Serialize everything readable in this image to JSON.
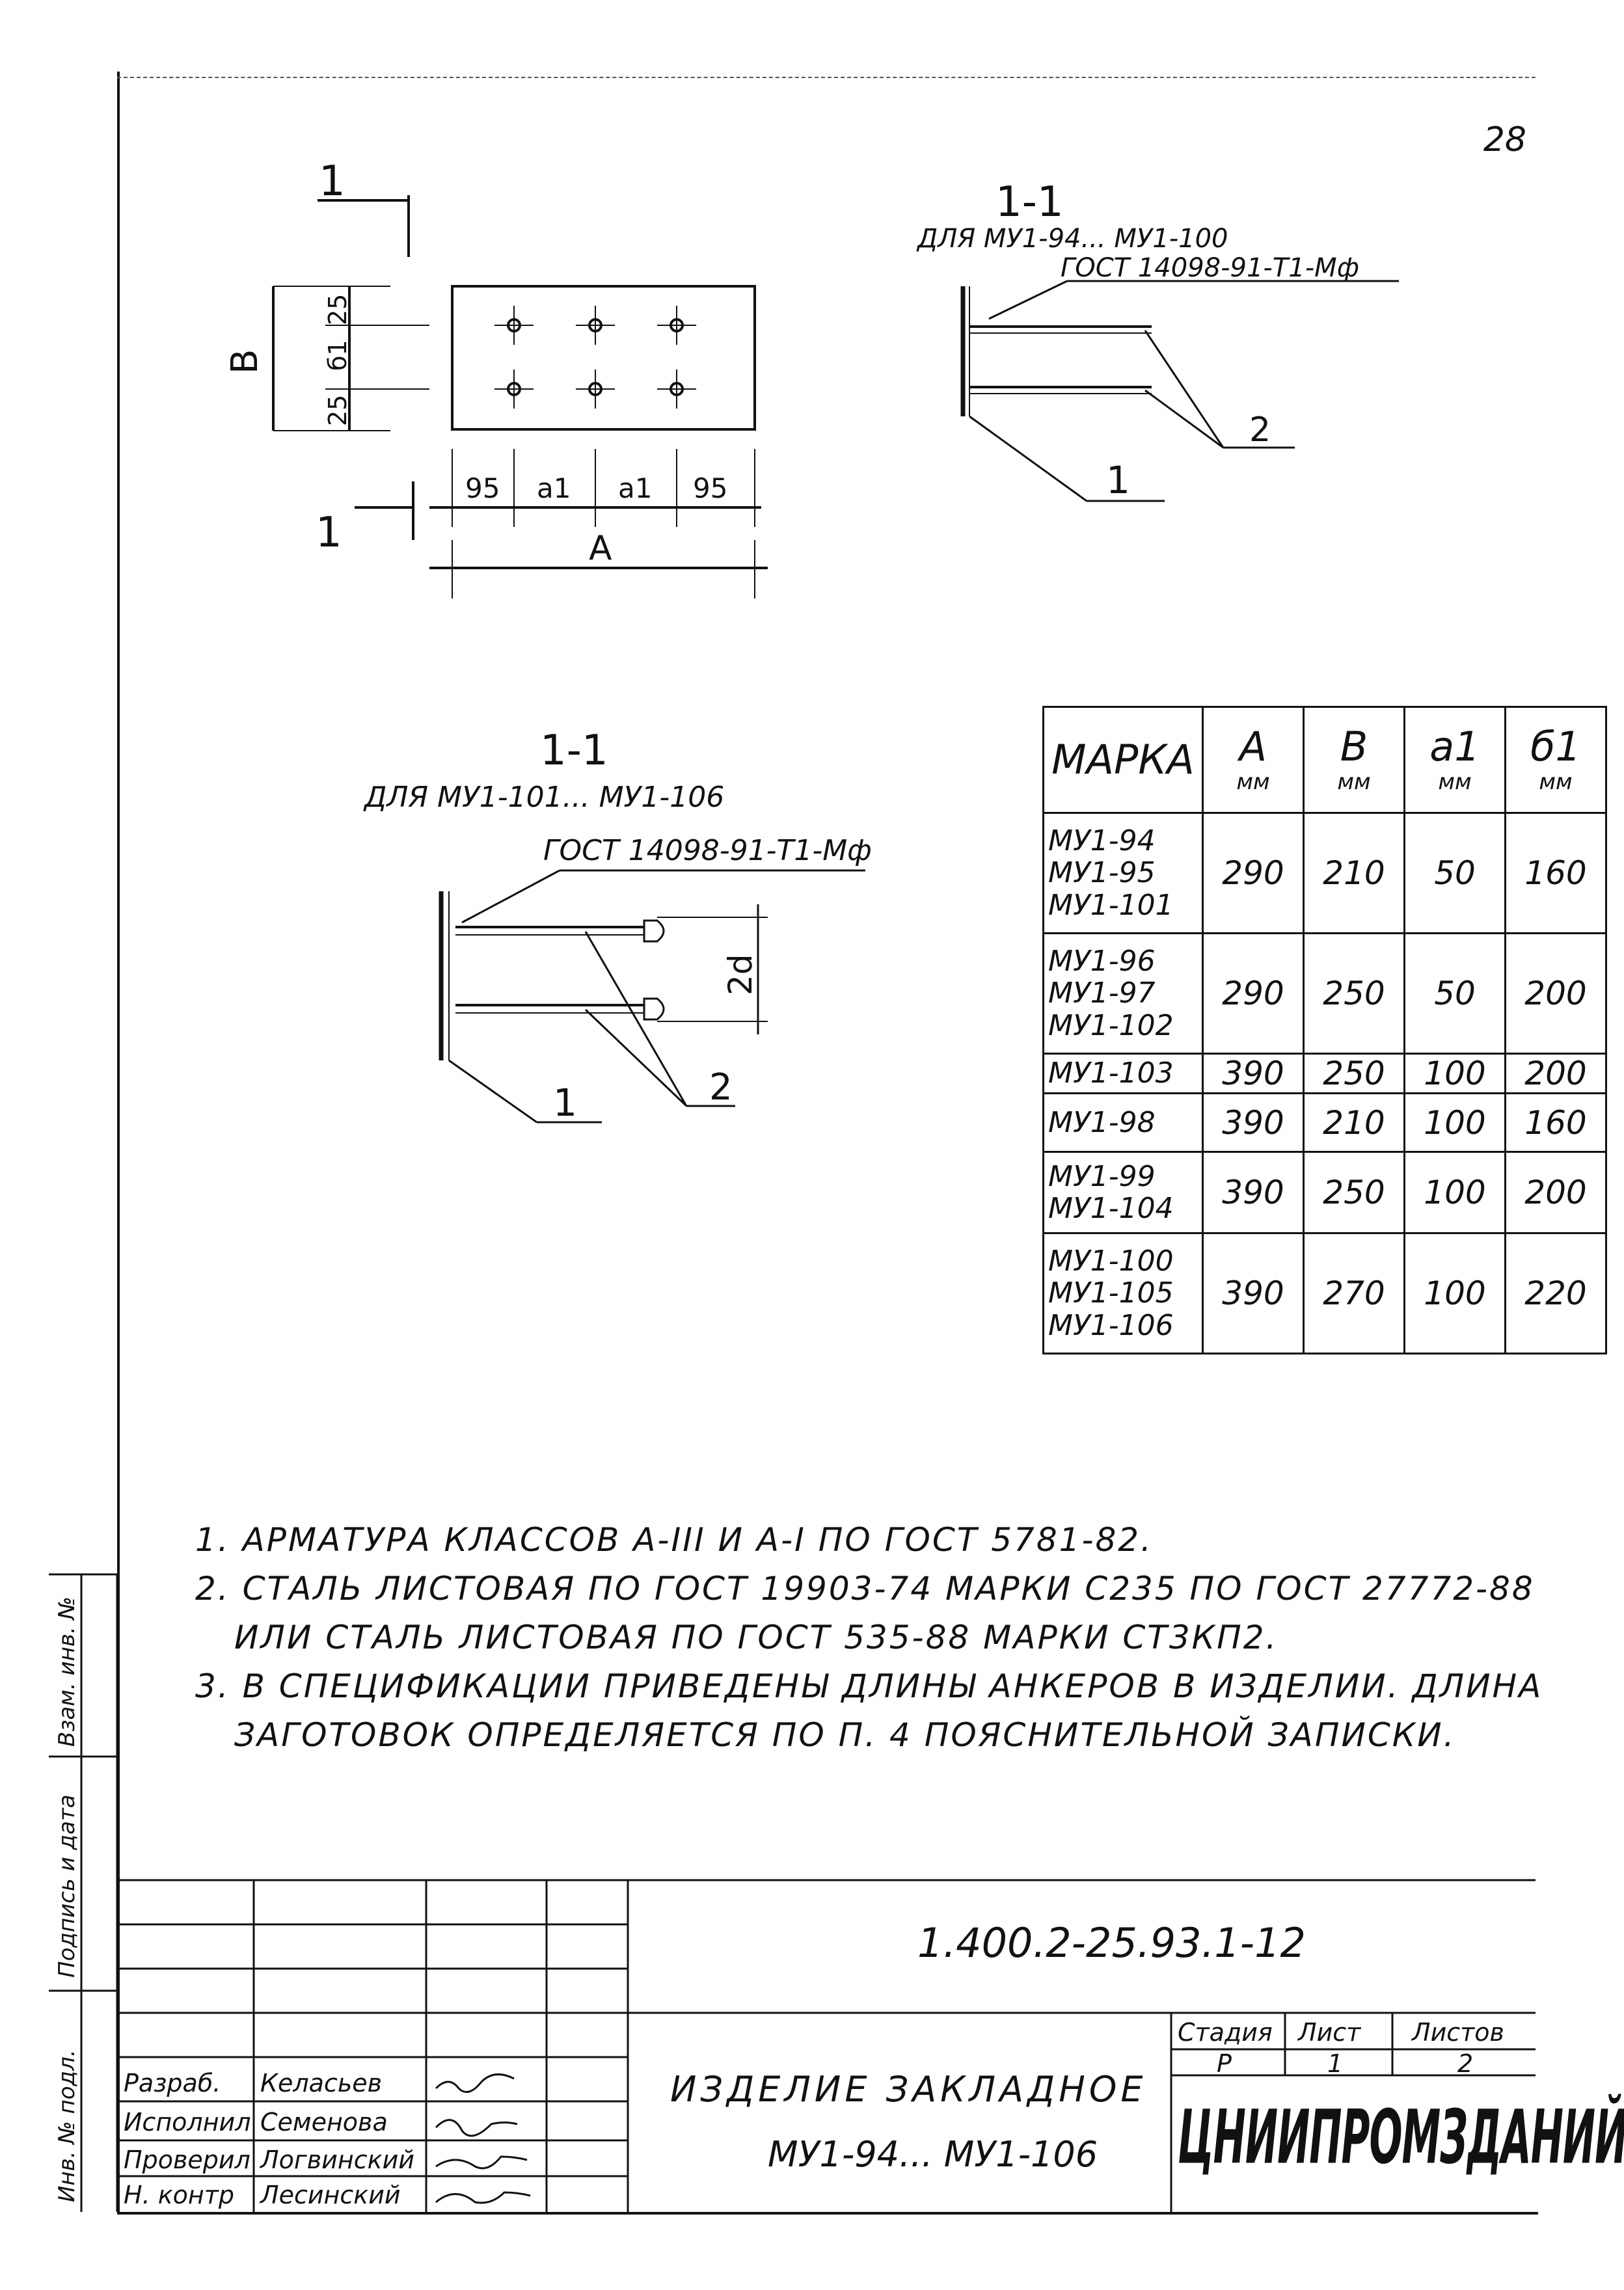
{
  "page_number": "28",
  "drawings": {
    "plan": {
      "section_mark_top": "1",
      "section_mark_bottom": "1",
      "dim_B": "B",
      "dim_25a": "25",
      "dim_b1": "б1",
      "dim_25b": "25",
      "dim_95a": "95",
      "dim_a1a": "a1",
      "dim_a1b": "a1",
      "dim_95b": "95",
      "dim_A": "A"
    },
    "section_a": {
      "title": "1-1",
      "subtitle": "ДЛЯ МУ1-94... МУ1-100",
      "weld_label": "ГОСТ 14098-91-Т1-Мф",
      "callout_1": "1",
      "callout_2": "2"
    },
    "section_b": {
      "title": "1-1",
      "subtitle": "ДЛЯ МУ1-101... МУ1-106",
      "weld_label": "ГОСТ 14098-91-Т1-Мф",
      "dim_2d": "2d",
      "callout_1": "1",
      "callout_2": "2"
    }
  },
  "spec_table": {
    "headers": [
      {
        "main": "МАРКА",
        "unit": ""
      },
      {
        "main": "А",
        "unit": "мм"
      },
      {
        "main": "В",
        "unit": "мм"
      },
      {
        "main": "a1",
        "unit": "мм"
      },
      {
        "main": "б1",
        "unit": "мм"
      }
    ],
    "rows": [
      {
        "marks": [
          "МУ1-94",
          "МУ1-95",
          "МУ1-101"
        ],
        "A": "290",
        "B": "210",
        "a1": "50",
        "b1": "160"
      },
      {
        "marks": [
          "МУ1-96",
          "МУ1-97",
          "МУ1-102"
        ],
        "A": "290",
        "B": "250",
        "a1": "50",
        "b1": "200"
      },
      {
        "marks": [
          "МУ1-103"
        ],
        "A": "390",
        "B": "250",
        "a1": "100",
        "b1": "200"
      },
      {
        "marks": [
          "МУ1-98"
        ],
        "A": "390",
        "B": "210",
        "a1": "100",
        "b1": "160"
      },
      {
        "marks": [
          "МУ1-99",
          "МУ1-104"
        ],
        "A": "390",
        "B": "250",
        "a1": "100",
        "b1": "200"
      },
      {
        "marks": [
          "МУ1-100",
          "МУ1-105",
          "МУ1-106"
        ],
        "A": "390",
        "B": "270",
        "a1": "100",
        "b1": "220"
      }
    ]
  },
  "notes": [
    "1. АРМАТУРА КЛАССОВ А-III И А-I ПО ГОСТ 5781-82.",
    "2. СТАЛЬ ЛИСТОВАЯ ПО ГОСТ 19903-74 МАРКИ С235 ПО ГОСТ 27772-88",
    "ИЛИ СТАЛЬ ЛИСТОВАЯ ПО ГОСТ 535-88 МАРКИ СТ3КП2.",
    "3. В СПЕЦИФИКАЦИИ ПРИВЕДЕНЫ ДЛИНЫ АНКЕРОВ В ИЗДЕЛИИ. ДЛИНА",
    "ЗАГОТОВОК ОПРЕДЕЛЯЕТСЯ ПО П. 4 ПОЯСНИТЕЛЬНОЙ ЗАПИСКИ."
  ],
  "title_block": {
    "doc_code": "1.400.2-25.93.1-12",
    "title_line1": "ИЗДЕЛИЕ ЗАКЛАДНОЕ",
    "title_line2": "МУ1-94... МУ1-106",
    "stage_label": "Стадия",
    "sheet_label": "Лист",
    "sheets_label": "Листов",
    "stage": "Р",
    "sheet": "1",
    "sheets": "2",
    "org": "ЦНИИПРОМЗДАНИЙ",
    "roles": [
      {
        "role": "Разраб.",
        "name": "Келасьев"
      },
      {
        "role": "Исполнил",
        "name": "Семенова"
      },
      {
        "role": "Проверил",
        "name": "Логвинский"
      },
      {
        "role": "Н. контр",
        "name": "Лесинский"
      }
    ]
  },
  "side_stamps": [
    "Взам. инв. №",
    "Подпись и дата",
    "Инв. № подл."
  ]
}
